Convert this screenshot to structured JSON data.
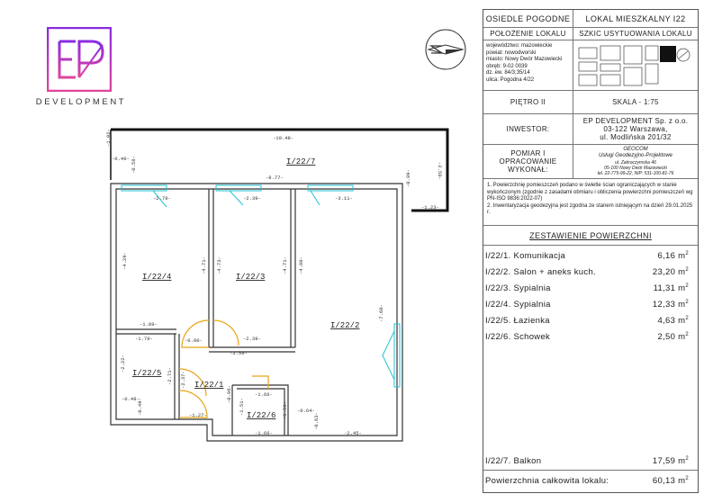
{
  "logo": {
    "brand_letters": "EP",
    "text": "DEVELOPMENT",
    "color_top": "#8a2be2",
    "color_bottom": "#e0459b"
  },
  "header": {
    "estate": "OSIEDLE POGODNE",
    "unit": "LOKAL MIESZKALNY I22",
    "location_title": "POŁOŻENIE LOKALU",
    "sketch_title": "SZKIC USYTUOWANIA LOKALU"
  },
  "location": [
    "województwo: mazowieckie",
    "powiat: nowodworski",
    "miasto: Nowy Dwór Mazowiecki",
    "obręb: 9-02 0039",
    "dz. ew. 84/3;35/14",
    "ulica: Pogodna 4/22"
  ],
  "floor": {
    "label": "PIĘTRO II",
    "scale": "SKALA - 1:75"
  },
  "investor": {
    "label": "INWESTOR:",
    "name": "EP DEVELOPMENT Sp. z o.o.",
    "address1": "03-122 Warszawa,",
    "address2": "ul. Modlińska 201/32"
  },
  "surveyor": {
    "label": "POMIAR I OPRACOWANIE WYKONAŁ:",
    "company": "GEOCOM",
    "subtitle": "Usługi Geodezyjno-Projektowe",
    "street": "ul. Zakroczymska 46",
    "city": "05-100 Nowy Dwór Mazowiecki",
    "contact": "tel. 22-775-99-22, NIP: 531-100-81-76"
  },
  "notes": [
    "1. Powierzchnię pomieszczeń podano w świetle ścian ograniczających w stanie wykończonym (zgodnie z zasadami obmiaru i obliczenia powierzchni pomieszczeń wg PN-ISO 9836:2022-07)",
    "2. Inwentaryzacja geodezyjna jest zgodna ze stanem istniejącym na dzień 29.01.2025 r."
  ],
  "areas": {
    "title": "ZESTAWIENIE POWIERZCHNI",
    "unit": "m",
    "rows": [
      {
        "name": "I/22/1. Komunikacja",
        "value": "6,16"
      },
      {
        "name": "I/22/2. Salon + aneks kuch.",
        "value": "23,20"
      },
      {
        "name": "I/22/3. Sypialnia",
        "value": "11,31"
      },
      {
        "name": "I/22/4. Sypialnia",
        "value": "12,33"
      },
      {
        "name": "I/22/5. Łazienka",
        "value": "4,63"
      },
      {
        "name": "I/22/6. Schowek",
        "value": "2,50"
      }
    ],
    "balcony": {
      "name": "I/22/7. Balkon",
      "value": "17,59"
    },
    "total": {
      "name": "Powierzchnia całkowita lokalu:",
      "value": "60,13"
    }
  },
  "plan": {
    "rooms": {
      "r1": "I/22/1",
      "r2": "I/22/2",
      "r3": "I/22/3",
      "r4": "I/22/4",
      "r5": "I/22/5",
      "r6": "I/22/6",
      "r7": "I/22/7"
    },
    "dims": {
      "d1": "-10.48-",
      "d2": "-1.02-",
      "d3": "-0.49-",
      "d4": "-0.58-",
      "d5": "-8.77-",
      "d6": "-2.50-",
      "d7": "-0.89-",
      "d8": "-1.23-",
      "d9": "-2.79-",
      "d10": "-2.39-",
      "d11": "-3.11-",
      "d12": "-4.29-",
      "d13": "-4.71-",
      "d14": "-4.73-",
      "d15": "-4.71-",
      "d16": "-4.80-",
      "d17": "-1.89-",
      "d18": "-0.90-",
      "d19": "-2.39-",
      "d20": "-3.59-",
      "d21": "-1.79-",
      "d22": "-2.22-",
      "d23": "-0.48-",
      "d24": "-2.71-",
      "d25": "-2.37-",
      "d26": "-0.49-",
      "d27": "-1.27-",
      "d28": "-0.96-",
      "d29": "-1.66-",
      "d30": "-1.51-",
      "d31": "-1.51-",
      "d32": "-1.66-",
      "d33": "-0.64-",
      "d34": "-0.63-",
      "d35": "-2.45-",
      "d36": "-7.60-"
    }
  }
}
